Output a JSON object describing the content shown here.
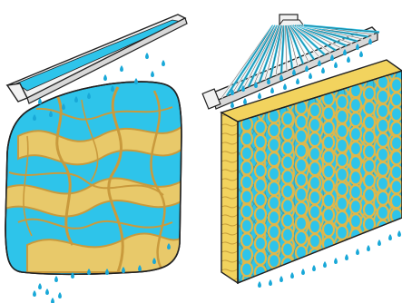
{
  "diagram": {
    "left_assembly": {
      "component_names": [
        "trough-distributor",
        "water-drop",
        "fibrous-pad"
      ]
    },
    "right_assembly": {
      "component_names": [
        "spray-manifold",
        "water-drop",
        "honeycomb-media"
      ]
    },
    "colors": {
      "water": "#2ec4ea",
      "fiber": "#e8c96a",
      "fiber_edge": "#c99a3d",
      "media_face": "#f2d35e",
      "media_side": "#e0b74a",
      "metal": "#f2f2f2",
      "outline": "#222222",
      "drop": "#18a8d8"
    }
  }
}
